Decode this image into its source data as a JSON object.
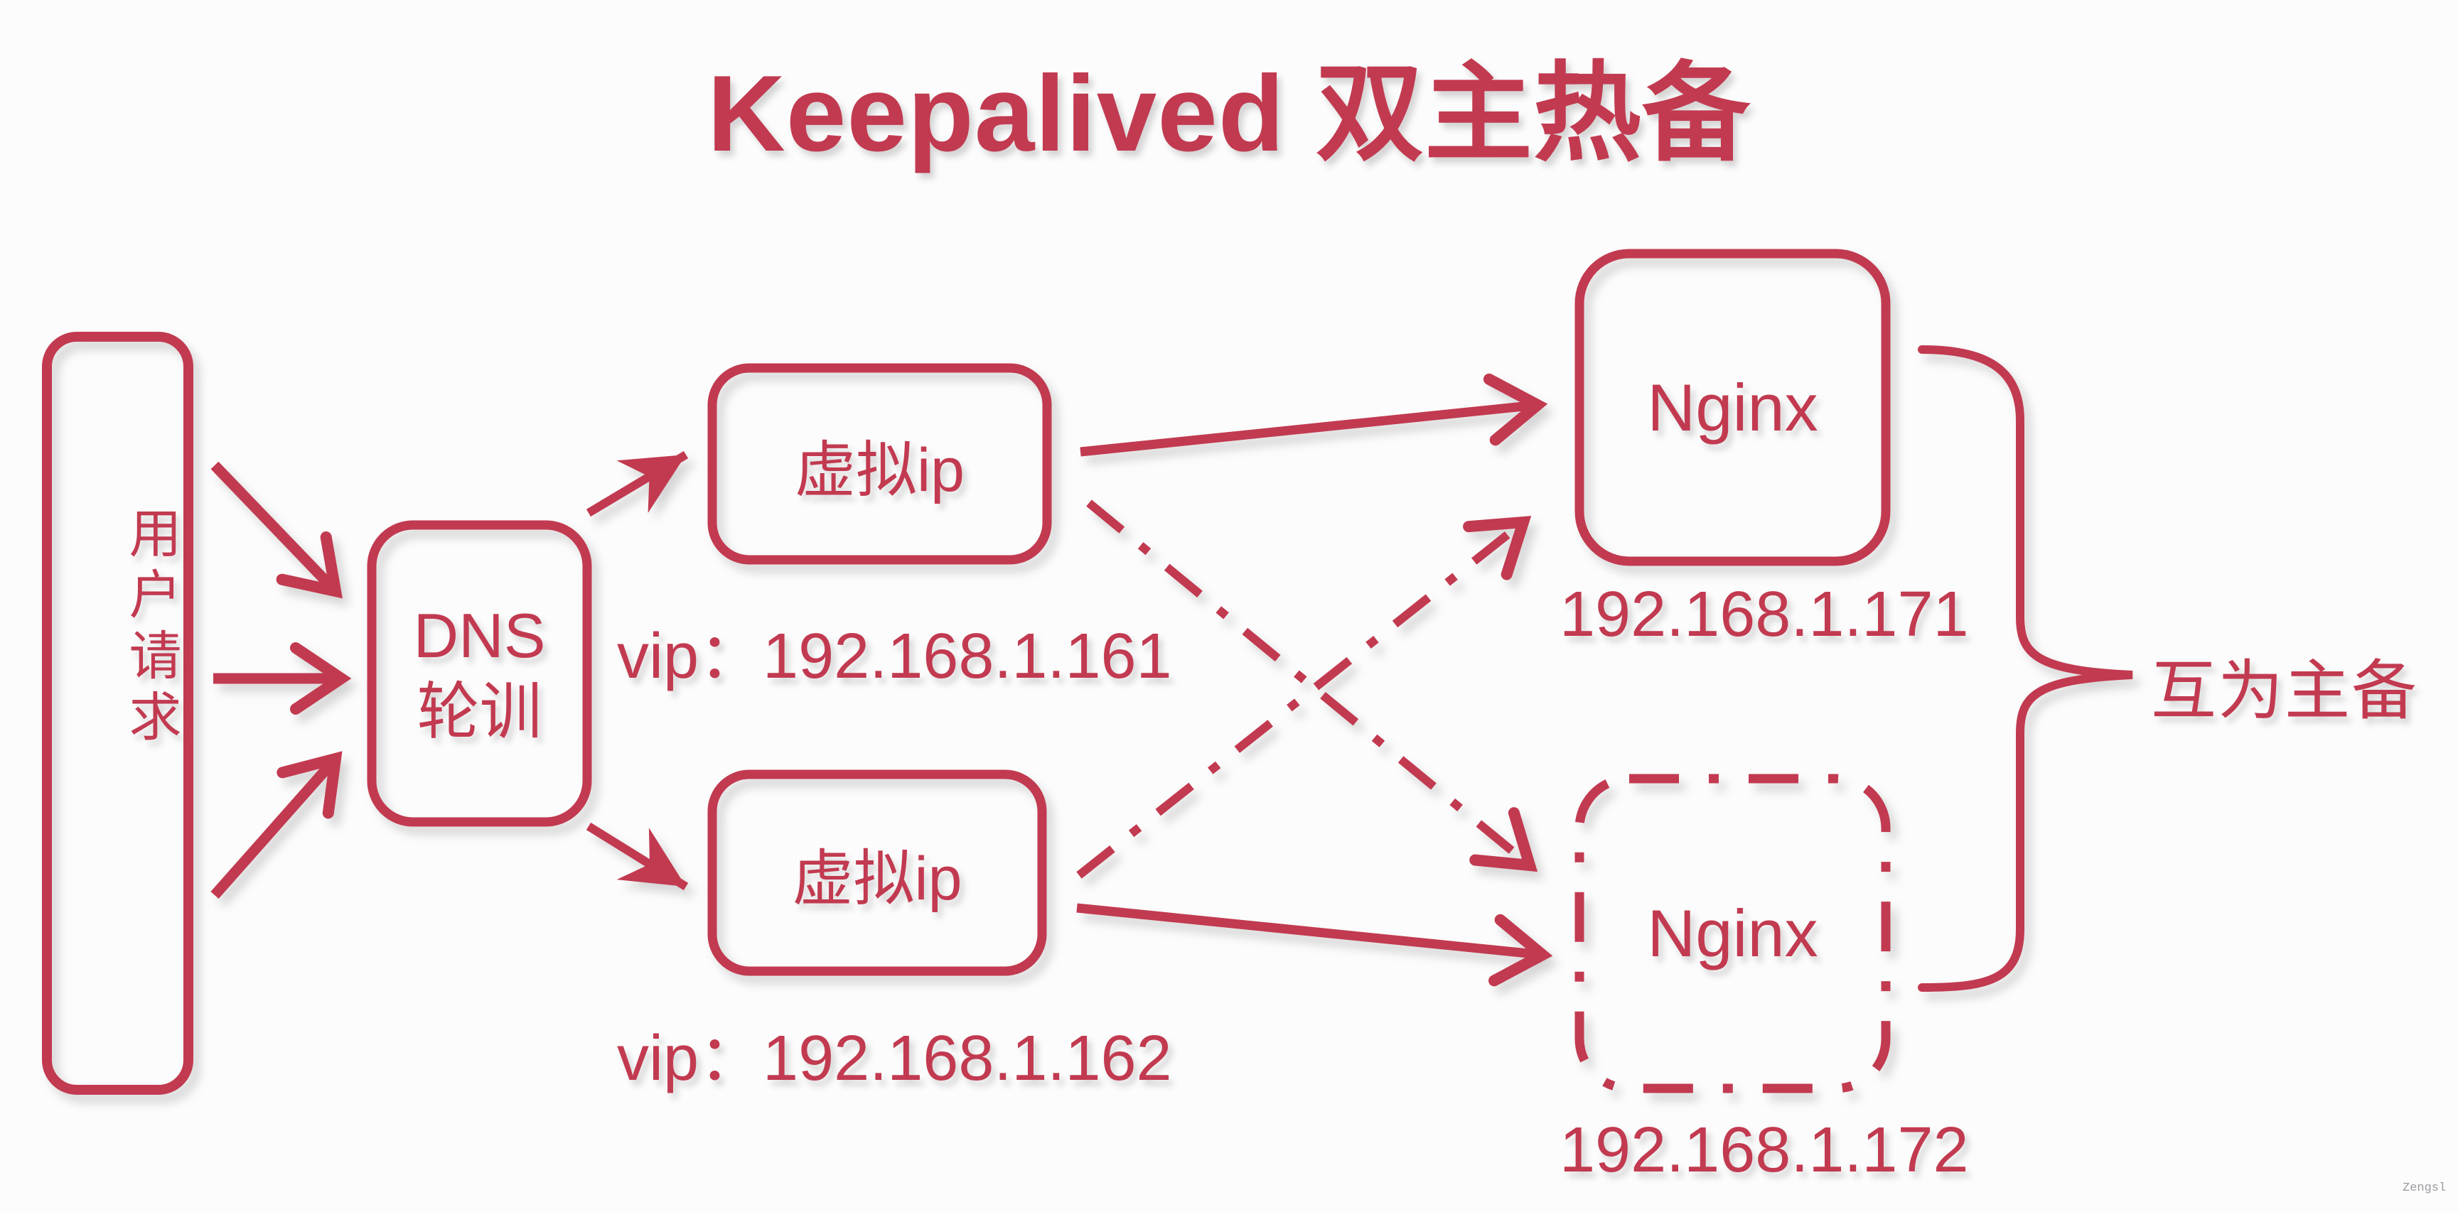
{
  "title": "Keepalived 双主热备",
  "colors": {
    "accent": "#c23a50",
    "background": "#fcfcfc",
    "watermark_gray": "#9a9aa0"
  },
  "nodes": {
    "user_request": {
      "label": "用户请求"
    },
    "dns": {
      "line1": "DNS",
      "line2": "轮训"
    },
    "vip_top": {
      "label": "虚拟ip",
      "caption": "vip：192.168.1.161"
    },
    "vip_bottom": {
      "label": "虚拟ip",
      "caption": "vip：192.168.1.162"
    },
    "nginx_master": {
      "label": "Nginx",
      "ip": "192.168.1.171"
    },
    "nginx_backup": {
      "label": "Nginx",
      "ip": "192.168.1.172"
    }
  },
  "annotation": {
    "brace_label": "互为主备"
  },
  "watermark": "Zengsl"
}
